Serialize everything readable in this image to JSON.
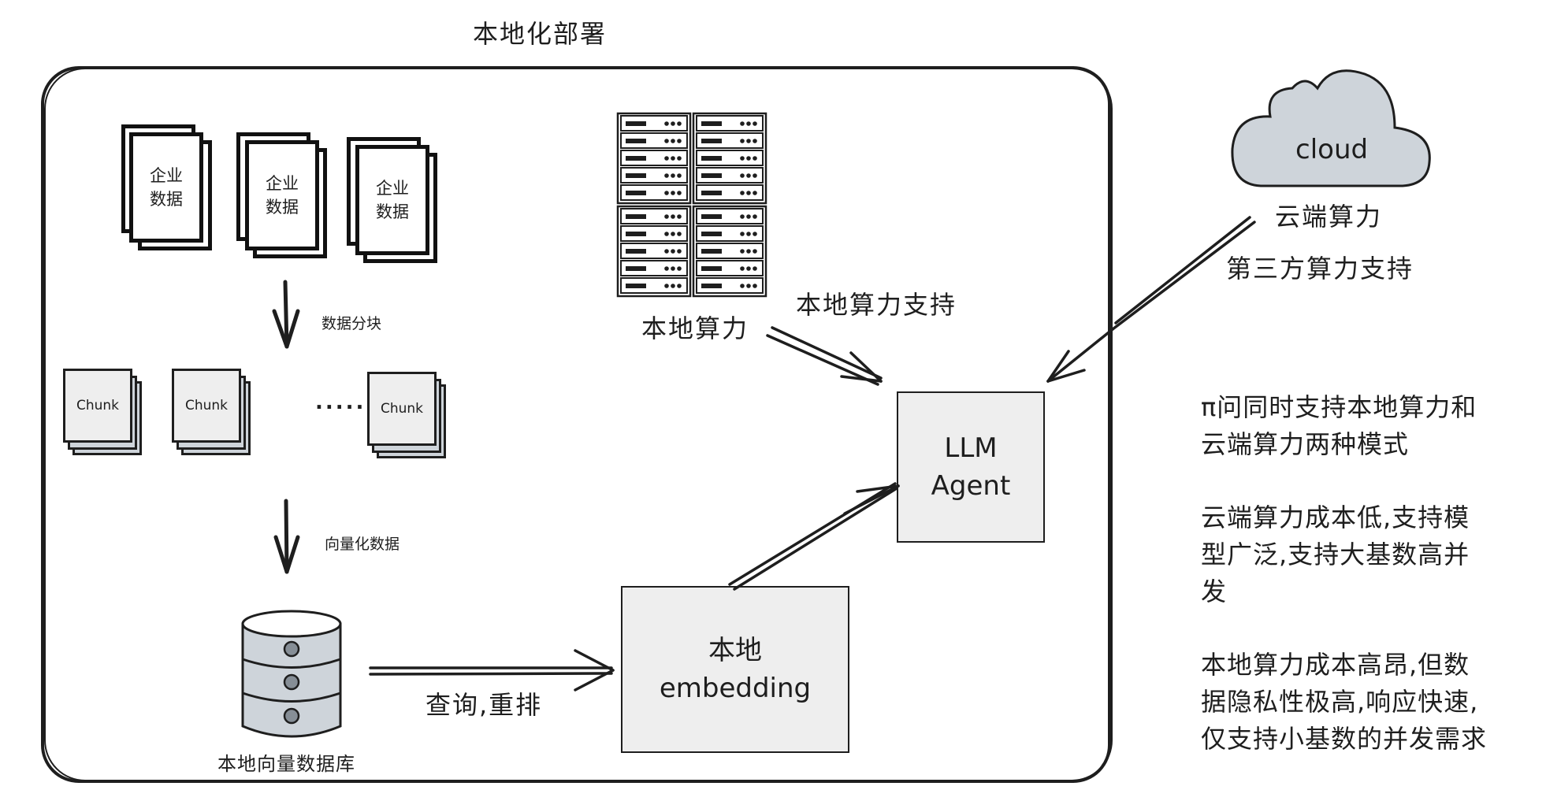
{
  "title": "本地化部署",
  "documents": [
    {
      "label_line1": "企业",
      "label_line2": "数据"
    },
    {
      "label_line1": "企业",
      "label_line2": "数据"
    },
    {
      "label_line1": "企业",
      "label_line2": "数据"
    }
  ],
  "step_chunking": "数据分块",
  "chunks": [
    {
      "label": "Chunk"
    },
    {
      "label": "Chunk"
    },
    {
      "label": "Chunk"
    }
  ],
  "ellipsis": "......",
  "step_vectorize": "向量化数据",
  "vector_db": {
    "label": "本地向量数据库",
    "icon": "database-icon"
  },
  "query_rerank": "查询,重排",
  "embedding_box": {
    "line1": "本地",
    "line2": "embedding"
  },
  "llm_box": {
    "line1": "LLM",
    "line2": "Agent"
  },
  "server_rack": {
    "label": "本地算力",
    "icon": "server-rack-icon",
    "units_per_column": 10,
    "columns": 2
  },
  "local_support": "本地算力支持",
  "cloud": {
    "label": "cloud",
    "caption": "云端算力",
    "fill": "#ced4da",
    "icon": "cloud-icon"
  },
  "third_party_support": "第三方算力支持",
  "notes": [
    "π问同时支持本地算力和\n云端算力两种模式",
    "云端算力成本低,支持模\n型广泛,支持大基数高并\n发",
    "本地算力成本高昂,但数\n据隐私性极高,响应快速,\n仅支持小基数的并发需求"
  ],
  "colors": {
    "stroke": "#1e1e1e",
    "box_fill": "#eeeeee",
    "shadow_fill": "#ced4da",
    "db_dot": "#868e96"
  }
}
